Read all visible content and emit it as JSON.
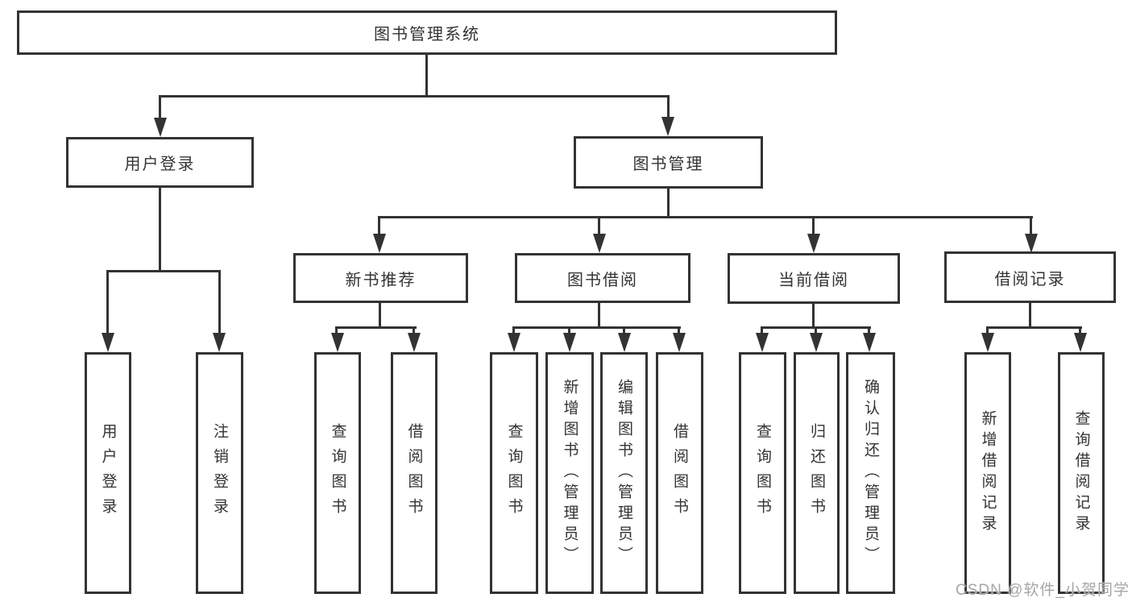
{
  "tree": {
    "label": "图书管理系统",
    "children": [
      {
        "label": "用户登录",
        "children": [
          {
            "label": "用户登录"
          },
          {
            "label": "注销登录"
          }
        ]
      },
      {
        "label": "图书管理",
        "children": [
          {
            "label": "新书推荐",
            "children": [
              {
                "label": "查询图书"
              },
              {
                "label": "借阅图书"
              }
            ]
          },
          {
            "label": "图书借阅",
            "children": [
              {
                "label": "查询图书"
              },
              {
                "label": "新增图书（管理员）"
              },
              {
                "label": "编辑图书（管理员）"
              },
              {
                "label": "借阅图书"
              }
            ]
          },
          {
            "label": "当前借阅",
            "children": [
              {
                "label": "查询图书"
              },
              {
                "label": "归还图书"
              },
              {
                "label": "确认归还（管理员）"
              }
            ]
          },
          {
            "label": "借阅记录",
            "children": [
              {
                "label": "新增借阅记录"
              },
              {
                "label": "查询借阅记录"
              }
            ]
          }
        ]
      }
    ]
  },
  "watermark": {
    "text": "CSDN @软件_小贺同学"
  },
  "colors": {
    "line": "#333333",
    "text": "#333333",
    "node_background": "#ffffff",
    "page_background": "#ffffff",
    "watermark": "#a6a6a6"
  }
}
